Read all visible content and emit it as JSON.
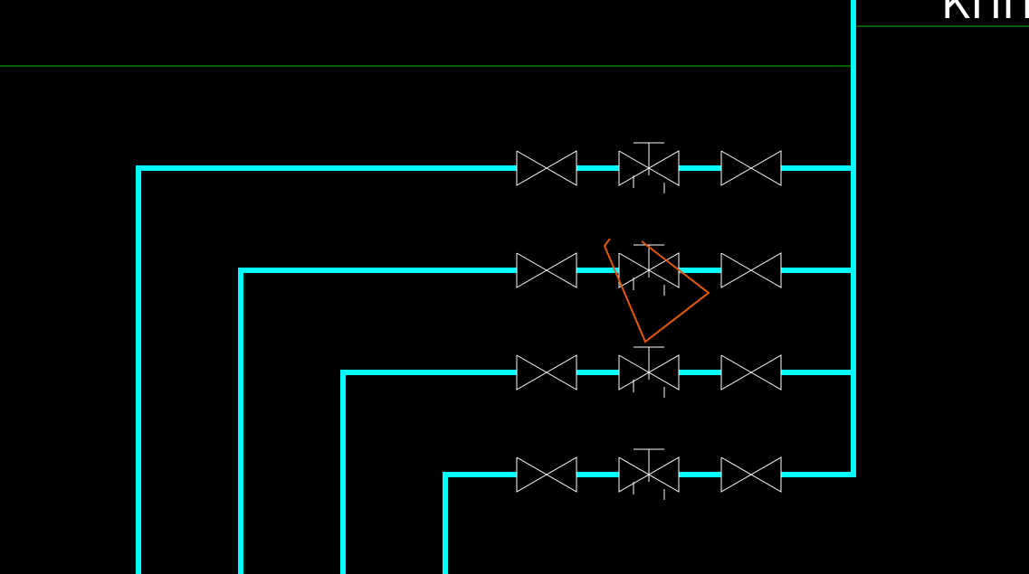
{
  "canvas": {
    "background": "#000000"
  },
  "colors": {
    "pipe": "#00FFFF",
    "valve": "#FFFFFF",
    "reference_line": "#00C000",
    "markup": "#E05A10",
    "title_text": "#FFFFFF"
  },
  "title_block": {
    "partial_text": "КПП"
  },
  "header": {
    "pipe": "vertical-main-header"
  },
  "branches": [
    {
      "name": "branch-1",
      "valves": [
        "gate-valve",
        "control-valve",
        "gate-valve"
      ]
    },
    {
      "name": "branch-2",
      "valves": [
        "gate-valve",
        "control-valve",
        "gate-valve"
      ]
    },
    {
      "name": "branch-3",
      "valves": [
        "gate-valve",
        "control-valve",
        "gate-valve"
      ]
    },
    {
      "name": "branch-4",
      "valves": [
        "gate-valve",
        "control-valve",
        "gate-valve"
      ]
    }
  ],
  "markup": {
    "shape": "revision-triangle"
  }
}
